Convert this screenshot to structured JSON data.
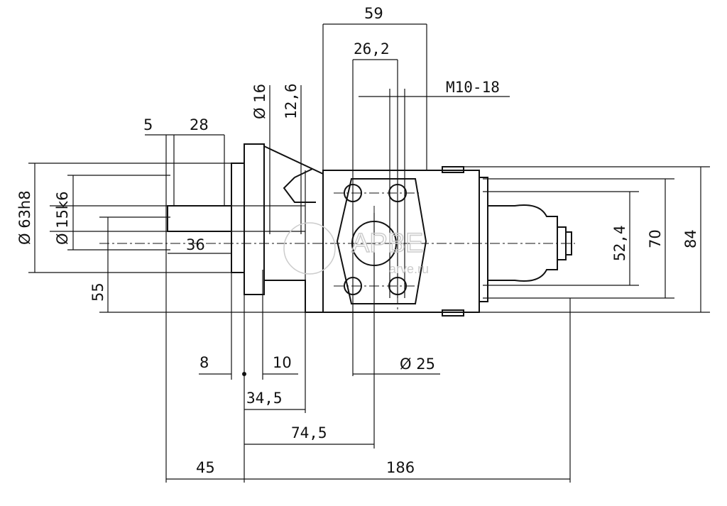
{
  "drawing": {
    "watermark": {
      "logo": "АРВЕ",
      "site": "arve.ru"
    },
    "dimensions": {
      "d59": "59",
      "d26_2": "26,2",
      "thread": "M10-18",
      "d5": "5",
      "d28": "28",
      "dia16": "Ø 16",
      "d12_6": "12,6",
      "dia63h8": "Ø 63h8",
      "dia15k6": "Ø 15k6",
      "d36": "36",
      "d55": "55",
      "d52_4": "52,4",
      "d70": "70",
      "d84": "84",
      "d8": "8",
      "d10": "10",
      "dia25": "Ø 25",
      "d34_5": "34,5",
      "d74_5": "74,5",
      "d45": "45",
      "d186": "186"
    }
  }
}
